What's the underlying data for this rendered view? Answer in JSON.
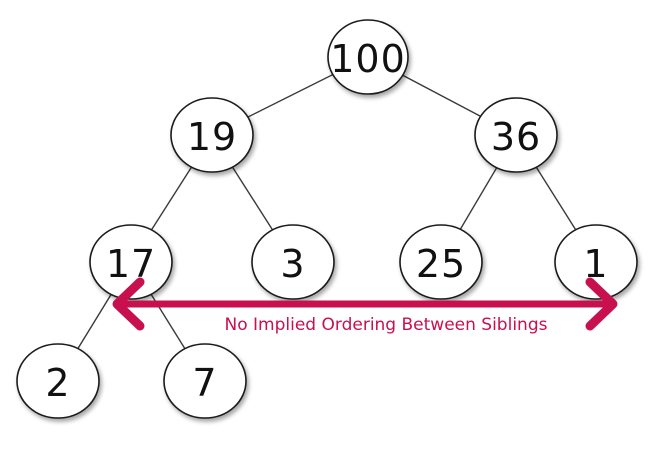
{
  "diagram": {
    "nodes": [
      {
        "id": "n100",
        "label": "100"
      },
      {
        "id": "n19",
        "label": "19"
      },
      {
        "id": "n36",
        "label": "36"
      },
      {
        "id": "n17",
        "label": "17"
      },
      {
        "id": "n3",
        "label": "3"
      },
      {
        "id": "n25",
        "label": "25"
      },
      {
        "id": "n1",
        "label": "1"
      },
      {
        "id": "n2",
        "label": "2"
      },
      {
        "id": "n7",
        "label": "7"
      }
    ],
    "edges": [
      {
        "from": "n100",
        "to": "n19"
      },
      {
        "from": "n100",
        "to": "n36"
      },
      {
        "from": "n19",
        "to": "n17"
      },
      {
        "from": "n19",
        "to": "n3"
      },
      {
        "from": "n36",
        "to": "n25"
      },
      {
        "from": "n36",
        "to": "n1"
      },
      {
        "from": "n17",
        "to": "n2"
      },
      {
        "from": "n17",
        "to": "n7"
      }
    ],
    "annotation": {
      "text": "No Implied Ordering Between Siblings",
      "color": "#c8104e"
    }
  }
}
